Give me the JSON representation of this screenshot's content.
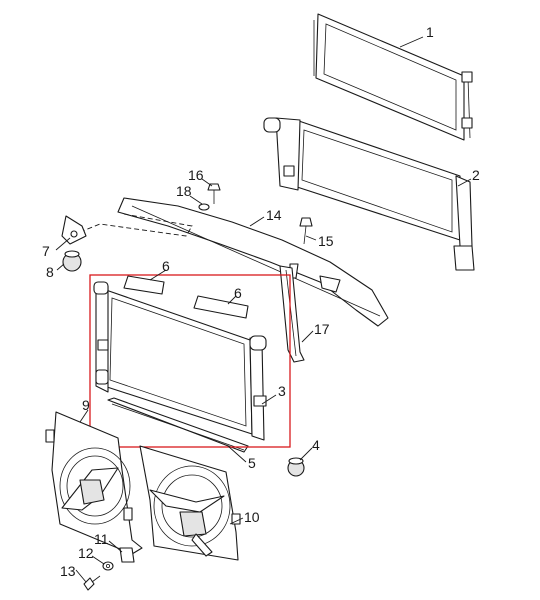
{
  "callouts": {
    "c1": "1",
    "c2": "2",
    "c3": "3",
    "c4": "4",
    "c5": "5",
    "c6a": "6",
    "c6b": "6",
    "c7": "7",
    "c8": "8",
    "c9": "9",
    "c10": "10",
    "c11": "11",
    "c12": "12",
    "c13": "13",
    "c14": "14",
    "c15": "15",
    "c16": "16",
    "c17": "17",
    "c18": "18"
  },
  "colors": {
    "highlight": "#d9191c",
    "line": "#1a1a1a"
  }
}
